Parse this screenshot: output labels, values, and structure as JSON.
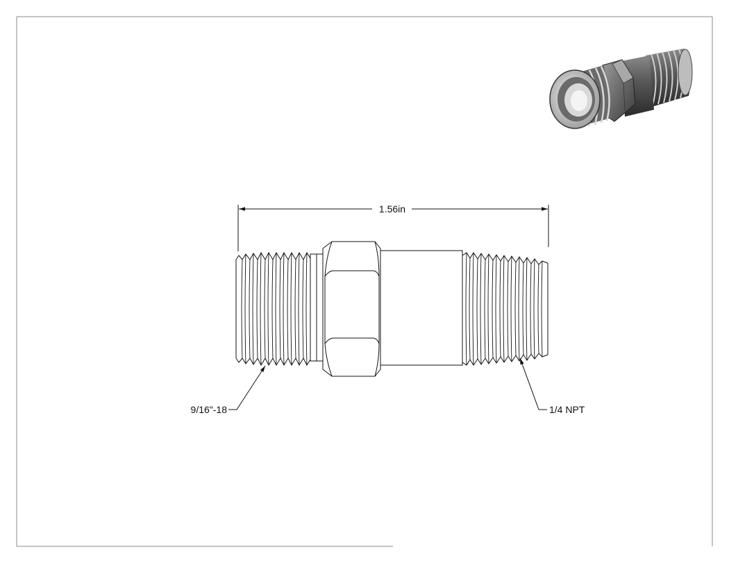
{
  "dimension": {
    "overall_length": "1.56in"
  },
  "callouts": {
    "left_thread": "9/16\"-18",
    "right_thread": "1/4 NPT"
  },
  "colors": {
    "line": "#111111",
    "frame": "#888888",
    "background": "#ffffff"
  }
}
